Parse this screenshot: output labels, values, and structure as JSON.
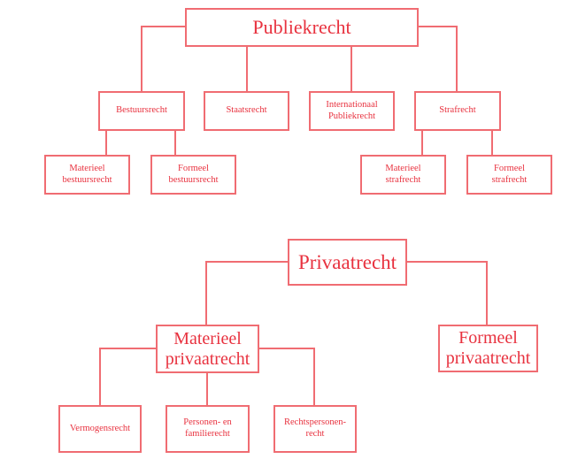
{
  "colors": {
    "line": "#f06c72",
    "text": "#e8323f"
  },
  "publiek": {
    "root": "Publiekrecht",
    "bestuursrecht": "Bestuursrecht",
    "staatsrecht": "Staatsrecht",
    "internationaal": [
      "Internationaal",
      "Publiekrecht"
    ],
    "strafrecht": "Strafrecht",
    "materieel_bestuur": [
      "Materieel",
      "bestuursrecht"
    ],
    "formeel_bestuur": [
      "Formeel",
      "bestuursrecht"
    ],
    "materieel_straf": [
      "Materieel",
      "strafrecht"
    ],
    "formeel_straf": [
      "Formeel",
      "strafrecht"
    ]
  },
  "privaat": {
    "root": "Privaatrecht",
    "materieel": [
      "Materieel",
      "privaatrecht"
    ],
    "formeel": [
      "Formeel",
      "privaatrecht"
    ],
    "vermogensrecht": "Vermogensrecht",
    "personen": [
      "Personen- en",
      "familierecht"
    ],
    "rechtspersonen": [
      "Rechtspersonen-",
      "recht"
    ]
  }
}
